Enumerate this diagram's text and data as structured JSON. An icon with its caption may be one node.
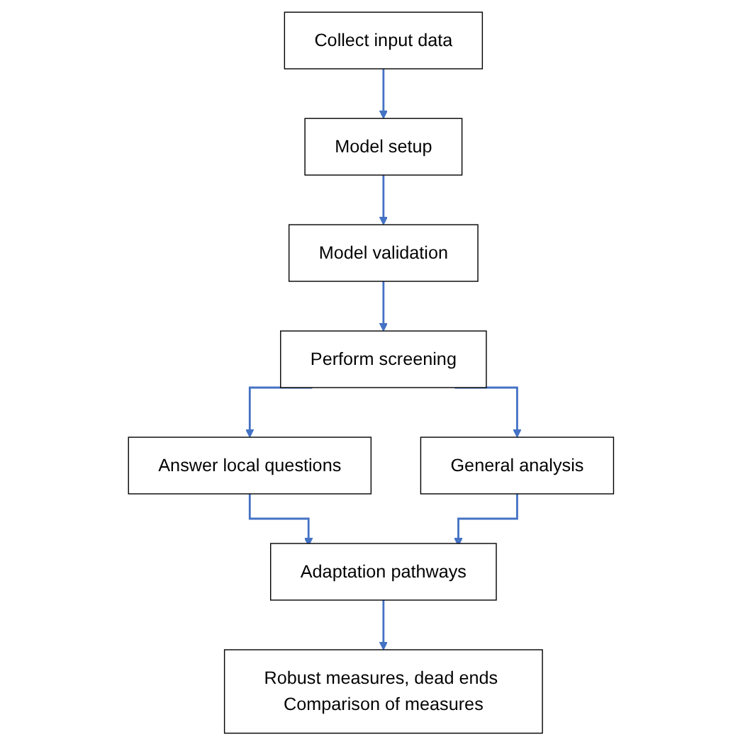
{
  "diagram": {
    "nodes": [
      {
        "text": [
          "Collect input data"
        ]
      },
      {
        "text": [
          "Model setup"
        ]
      },
      {
        "text": [
          "Model validation"
        ]
      },
      {
        "text": [
          "Perform screening"
        ]
      },
      {
        "text": [
          "Answer local questions"
        ]
      },
      {
        "text": [
          "General analysis"
        ]
      },
      {
        "text": [
          "Adaptation pathways"
        ]
      },
      {
        "text": [
          "Robust measures, dead ends Comparison of measures"
        ]
      }
    ],
    "edges": [
      {
        "from": 0,
        "to": 1,
        "arrow": "to"
      },
      {
        "from": 1,
        "to": 2,
        "arrow": "to"
      },
      {
        "from": 2,
        "to": 3,
        "arrow": "to"
      },
      {
        "from": 3,
        "to": 4,
        "arrow": "to"
      },
      {
        "from": 3,
        "to": 5,
        "arrow": "to"
      },
      {
        "from": 4,
        "to": 6,
        "arrow": "to"
      },
      {
        "from": 5,
        "to": 6,
        "arrow": "to"
      },
      {
        "from": 6,
        "to": 7,
        "arrow": "to"
      }
    ]
  }
}
